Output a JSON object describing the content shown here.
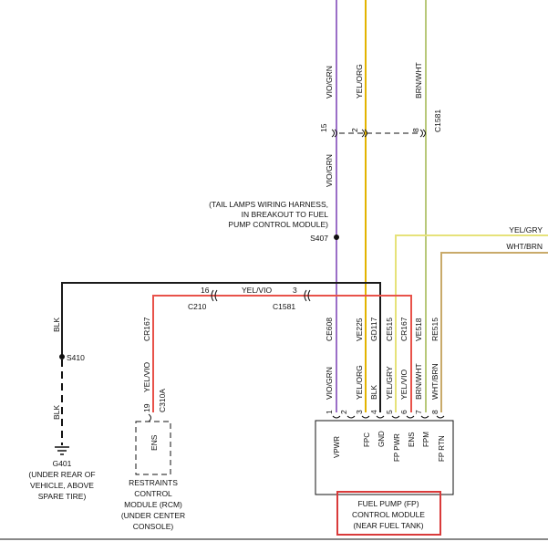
{
  "top_wires": {
    "vio_grn_upper": "VIO/GRN",
    "yel_org_upper": "YEL/ORG",
    "brn_wht_upper": "BRN/WHT",
    "vio_grn_lower": "VIO/GRN"
  },
  "connector_upper": {
    "pin_15": "15",
    "pin_2": "2",
    "pin_8": "8",
    "name": "C1581"
  },
  "tail_lamp_note": {
    "line1": "(TAIL LAMPS WIRING HARNESS,",
    "line2": "IN BREAKOUT TO FUEL",
    "line3": "PUMP CONTROL MODULE)"
  },
  "splice_s407": "S407",
  "right_wires": {
    "yel_gry": "YEL/GRY",
    "wht_brn": "WHT/BRN"
  },
  "mid_connectors": {
    "pin_16": "16",
    "yel_vio": "YEL/VIO",
    "pin_3": "3",
    "c210": "C210",
    "c1581": "C1581"
  },
  "ground_branch": {
    "blk_upper": "BLK",
    "cr167": "CR167",
    "splice_s410": "S410",
    "blk_lower": "BLK",
    "yel_vio": "YEL/VIO",
    "pin_19": "19",
    "c310a": "C310A",
    "ens": "ENS"
  },
  "circuit_ids": [
    "CE608",
    "VE225",
    "GD117",
    "CE515",
    "CR167",
    "VE518",
    "RE515"
  ],
  "wire_colors_bottom": [
    "VIO/GRN",
    "YEL/ORG",
    "BLK",
    "YEL/GRY",
    "YEL/VIO",
    "BRN/WHT",
    "WHT/BRN"
  ],
  "module_pins": [
    "1",
    "2",
    "3",
    "4",
    "5",
    "6",
    "7",
    "8"
  ],
  "pin_functions": [
    "VPWR",
    "FPC",
    "GND",
    "FP PWR",
    "ENS",
    "FPM",
    "FP RTN"
  ],
  "ground_g401": {
    "id": "G401",
    "line1": "(UNDER REAR OF",
    "line2": "VEHICLE, ABOVE",
    "line3": "SPARE TIRE)"
  },
  "rcm_label": {
    "line1": "RESTRAINTS",
    "line2": "CONTROL",
    "line3": "MODULE (RCM)",
    "line4": "(UNDER CENTER",
    "line5": "CONSOLE)"
  },
  "fp_module_label": {
    "line1": "FUEL PUMP (FP)",
    "line2": "CONTROL MODULE",
    "line3": "(NEAR FUEL TANK)"
  },
  "colors": {
    "vio": "#9b6fc7",
    "yel": "#e3b400",
    "yel_light": "#e6e27a",
    "brn": "#c9aa6a",
    "brn_wht": "#b8a36a",
    "red": "#e8524a",
    "blk": "#1a1a1a",
    "highlight": "#d93a3a"
  }
}
